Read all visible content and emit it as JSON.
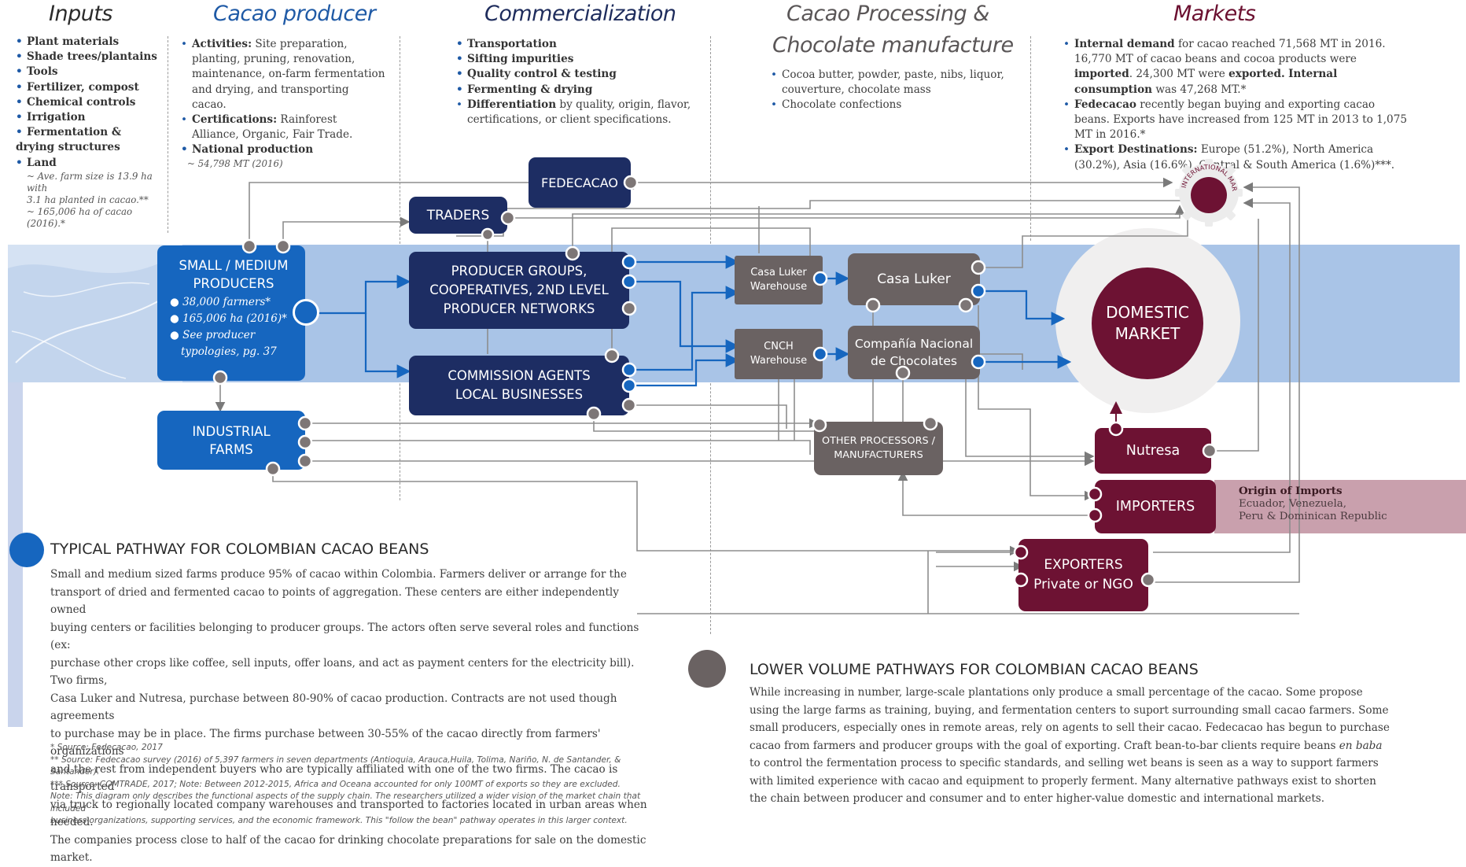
{
  "columns": {
    "inputs": "Inputs",
    "producer": "Cacao producer",
    "commercialization": "Commercialization",
    "processing_line1": "Cacao Processing &",
    "processing_line2": "Chocolate manufacture",
    "markets": "Markets"
  },
  "inputs": {
    "items": [
      "Plant materials",
      "Shade trees/plantains",
      "Tools",
      "Fertilizer, compost",
      "Chemical controls",
      "Irrigation",
      "Fermentation &",
      "drying structures",
      "Land"
    ],
    "notes": [
      "~ Ave. farm size is 13.9 ha with",
      "3.1 ha planted in cacao.**",
      "~ 165,006 ha of cacao (2016).*"
    ]
  },
  "producer": {
    "activities_label": "Activities:",
    "activities_text": " Site preparation, planting, pruning, renovation, maintenance, on-farm fermentation and drying, and transporting cacao.",
    "certifications_label": "Certifications:",
    "certifications_text": " Rainforest Alliance, Organic, Fair Trade.",
    "national_label": "National production",
    "national_value": "~ 54,798 MT (2016)"
  },
  "commercialization": {
    "items": [
      "Transportation",
      "Sifting impurities",
      "Quality control & testing",
      "Fermenting & drying"
    ],
    "differentiation_label": "Differentiation",
    "differentiation_text": " by quality, origin, flavor, certifications, or client specifications."
  },
  "processing": {
    "items": [
      "Cocoa butter, powder, paste, nibs, liquor, couverture, chocolate mass",
      "Chocolate confections"
    ]
  },
  "markets": {
    "m1_label": "Internal demand",
    "m1_a": " for cacao reached 71,568 MT in 2016. 16,770 MT of cacao beans and cocoa products were ",
    "m1_b": "imported",
    "m1_c": ". 24,300 MT were ",
    "m1_d": "exported.",
    "m1_e": " ",
    "m1_f": "Internal consumption",
    "m1_g": " was 47,268 MT.*",
    "m2_label": "Fedecacao",
    "m2_text": " recently began buying and exporting cacao beans. Exports have increased from 125 MT in 2013 to 1,075 MT in 2016.*",
    "m3_label": "Export Destinations:",
    "m3_text": " Europe (51.2%), North America (30.2%), Asia (16.6%), Central & South America (1.6%)***."
  },
  "nodes": {
    "fedecacao": "FEDECACAO",
    "traders": "TRADERS",
    "small_producers_1": "SMALL / MEDIUM",
    "small_producers_2": "PRODUCERS",
    "sp_bullet1": "38,000 farmers*",
    "sp_bullet2": "165,006 ha (2016)*",
    "sp_bullet3": "See producer typologies, pg. 37",
    "producer_groups_1": "PRODUCER GROUPS,",
    "producer_groups_2": "COOPERATIVES, 2ND LEVEL",
    "producer_groups_3": "PRODUCER NETWORKS",
    "commission_1": "COMMISSION AGENTS",
    "commission_2": "LOCAL BUSINESSES",
    "industrial_1": "INDUSTRIAL",
    "industrial_2": "FARMS",
    "luker_wh_1": "Casa Luker",
    "luker_wh_2": "Warehouse",
    "cnch_wh_1": "CNCH",
    "cnch_wh_2": "Warehouse",
    "casa_luker": "Casa Luker",
    "cnch_1": "Compañía Nacional",
    "cnch_2": "de Chocolates",
    "other_proc_1": "OTHER PROCESSORS /",
    "other_proc_2": "MANUFACTURERS",
    "international_market": "INTERNATIONAL MARKET",
    "domestic_1": "DOMESTIC",
    "domestic_2": "MARKET",
    "nutresa": "Nutresa",
    "importers": "IMPORTERS",
    "exporters_1": "EXPORTERS",
    "exporters_2": "Private or NGO"
  },
  "origin_imports": {
    "title": "Origin of Imports",
    "line1": "Ecuador, Venezuela,",
    "line2": "Peru & Dominican Republic"
  },
  "typical": {
    "heading": "TYPICAL PATHWAY FOR COLOMBIAN CACAO BEANS",
    "lines": [
      "Small and medium sized farms produce 95% of cacao within Colombia. Farmers deliver or arrange for the",
      "transport of dried and fermented cacao to points of aggregation. These centers are either independently owned",
      "buying centers or facilities belonging to producer groups. The actors often serve several roles and functions (ex:",
      "purchase other crops like coffee, sell inputs, offer loans, and act as payment centers for the electricity bill). Two firms,",
      "Casa Luker and Nutresa, purchase between 80-90% of cacao production. Contracts are not used though agreements",
      "to purchase may be in place. The firms purchase between 30-55% of the cacao directly from farmers' organizations",
      "and the rest from independent buyers who are typically affiliated with one of the two firms. The cacao is transported",
      "via truck to regionally located company warehouses and transported to factories located in urban areas when needed.",
      "The companies process close to half of the cacao for drinking chocolate preparations for sale on the domestic market."
    ]
  },
  "lower": {
    "heading": "LOWER VOLUME PATHWAYS FOR COLOMBIAN CACAO BEANS",
    "lines": [
      "While increasing in number, large-scale plantations only produce a small percentage of the cacao. Some propose",
      "using the large farms as training, buying, and fermentation centers to suport surrounding small cacao farmers. Some",
      "small producers, especially ones in remote areas, rely on agents to sell their cacao. Fedecacao has begun to purchase",
      "cacao from farmers and producer groups with the goal of exporting. Craft bean-to-bar clients require beans ",
      "to control the fermentation process to specific standards, and selling wet beans is seen as a way to support farmers",
      "with limited experience with cacao and equipment to properly ferment. Many alternative pathways exist to shorten",
      "the chain between producer and consumer and to enter higher-value domestic and international markets."
    ],
    "en_baba": "en baba"
  },
  "footnotes": [
    "* Source: Fedecacao, 2017",
    "** Source: Fedecacao survey (2016) of 5,397 farmers in seven departments (Antioquia, Arauca,Huila, Tolima, Nariño, N. de Santander, & Santander).",
    "*** Source: COMTRADE, 2017; Note: Between 2012-2015, Africa and Oceana accounted for only 100MT of exports so they are excluded.",
    "Note: This diagram only describes the functional aspects of the supply chain. The researchers utilized a wider vision of the market chain that included",
    "business organizations, supporting services, and the economic framework. This \"follow the bean\" pathway operates in this larger context."
  ],
  "colors": {
    "blue": "#1666bf",
    "navy": "#1d2d63",
    "gray": "#6a6262",
    "maroon": "#6d1233",
    "band": "#a9c4e7"
  }
}
